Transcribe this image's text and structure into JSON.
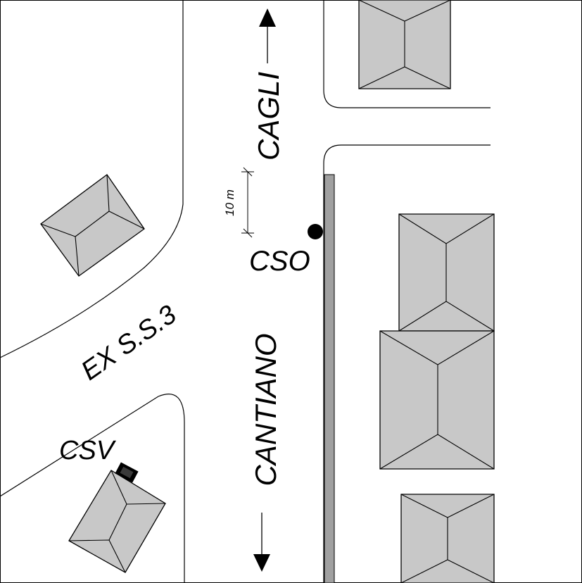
{
  "map": {
    "road_names": {
      "north": "CAGLI",
      "south": "CANTIANO",
      "diagonal": "EX S.S.3"
    },
    "points": {
      "overflow": "CSO",
      "valve": "CSV"
    },
    "scale": {
      "label": "10 m"
    },
    "colors": {
      "building_fill": "#c8c8c8",
      "outline": "#000000",
      "background": "#ffffff",
      "sidewalk": "#a0a0a0"
    },
    "icons": {
      "north_arrow": "arrow-up-icon",
      "south_arrow": "arrow-down-icon",
      "cso_marker": "filled-circle-icon",
      "csv_marker": "valve-box-icon"
    }
  }
}
